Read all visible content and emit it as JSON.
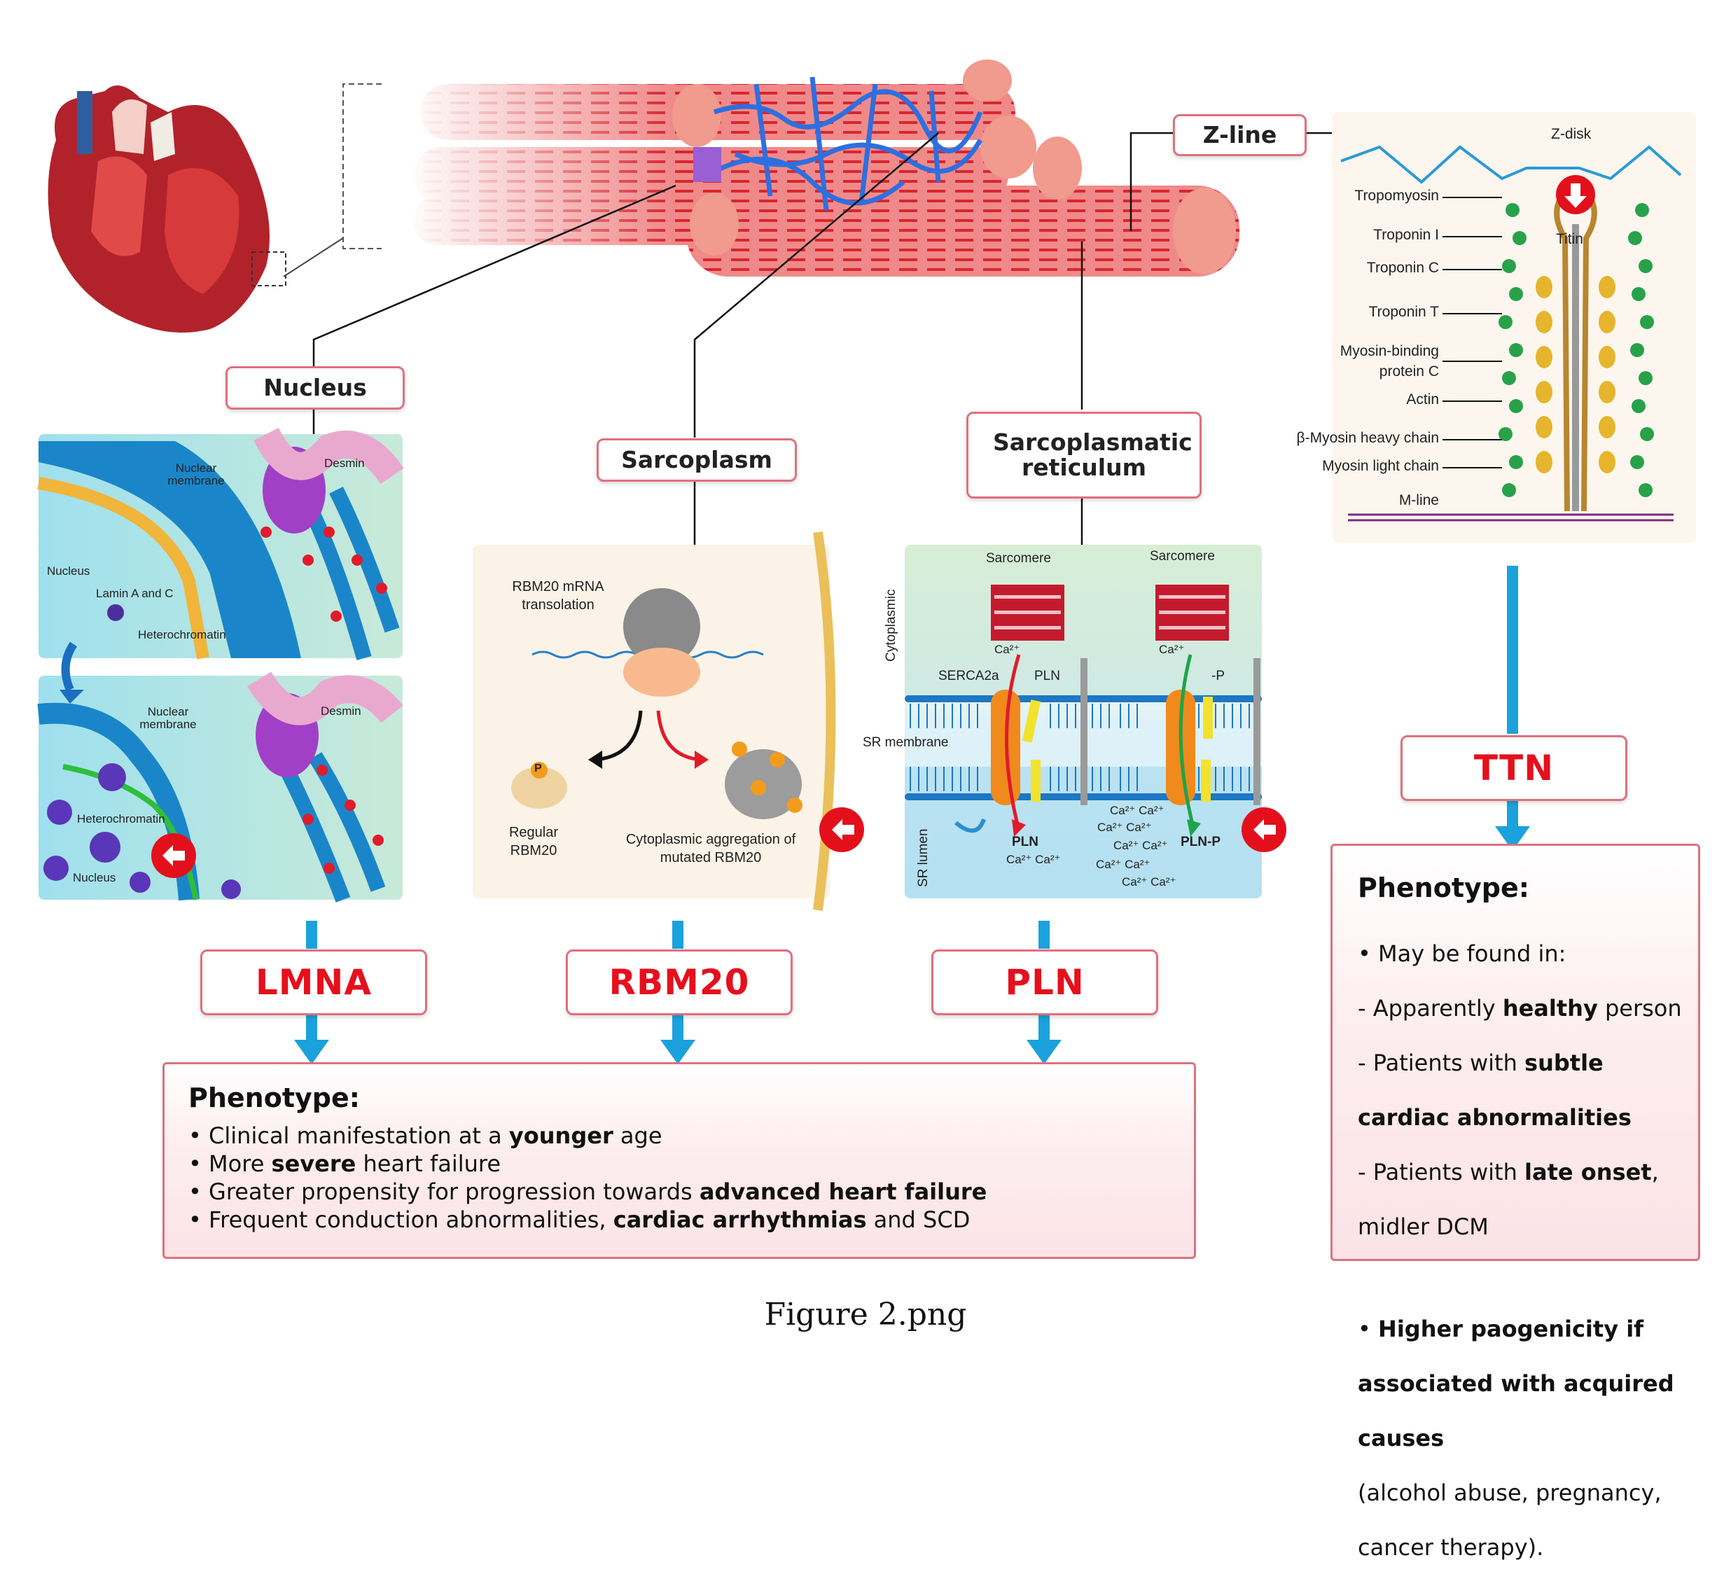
{
  "labels": {
    "zline": "Z-line",
    "nucleus": "Nucleus",
    "sarcoplasm": "Sarcoplasm",
    "sr": "Sarcoplasmatic reticulum"
  },
  "genes": {
    "lmna": "LMNA",
    "rbm20": "RBM20",
    "pln": "PLN",
    "ttn": "TTN"
  },
  "nucleus_panel": {
    "desmin": "Desmin",
    "nuclear_membrane": "Nuclear membrane",
    "nucleus": "Nucleus",
    "lamin": "Lamin A and C",
    "heterochromatin": "Heterochromatin"
  },
  "sarcoplasm_panel": {
    "translation": "RBM20 mRNA transolation",
    "regular": "Regular RBM20",
    "aggregation": "Cytoplasmic aggregation of mutated RBM20",
    "p": "P"
  },
  "sr_panel": {
    "sarcomere": "Sarcomere",
    "cytoplasmic": "Cytoplasmic",
    "sr_lumen": "SR lumen",
    "sr_membrane": "SR membrane",
    "serca": "SERCA2a",
    "pln": "PLN",
    "minus_p": "-P",
    "pln_p": "PLN-P",
    "ca": "Ca²⁺",
    "ca_pair": "Ca²⁺ Ca²⁺"
  },
  "ttn_panel": {
    "zdisk": "Z-disk",
    "titin": "Titin",
    "proteins": [
      "Tropomyosin",
      "Troponin I",
      "Troponin C",
      "Troponin T",
      "Myosin-binding protein C",
      "Actin",
      "β-Myosin heavy chain",
      "Myosin light chain",
      "M-line"
    ]
  },
  "phenotype_main": {
    "title": "Phenotype:",
    "lines": [
      [
        "• Clinical manifestation at a ",
        "younger",
        " age"
      ],
      [
        "• More ",
        "severe",
        " heart failure"
      ],
      [
        "• Greater propensity for progression towards ",
        "advanced heart failure",
        ""
      ],
      [
        "• Frequent conduction abnormalities, ",
        "cardiac arrhythmias",
        " and SCD"
      ]
    ]
  },
  "phenotype_ttn": {
    "title": "Phenotype:",
    "lines": [
      [
        "• May be found in:",
        "",
        ""
      ],
      [
        "- Apparently ",
        "healthy",
        " person"
      ],
      [
        "- Patients with ",
        "subtle",
        ""
      ],
      [
        "  ",
        "cardiac abnormalities",
        ""
      ],
      [
        "- Patients with ",
        "late onset",
        ","
      ],
      [
        "  midler DCM",
        "",
        ""
      ],
      [
        "",
        "",
        ""
      ],
      [
        "• ",
        "Higher paogenicity if",
        ""
      ],
      [
        "  ",
        "associated with acquired",
        ""
      ],
      [
        "  ",
        "causes",
        ""
      ],
      [
        "  (alcohol abuse, pregnancy,",
        "",
        ""
      ],
      [
        "  cancer therapy).",
        "",
        ""
      ]
    ]
  },
  "caption": "Figure 2.png",
  "colors": {
    "gene_red": "#e5101c",
    "arrow_blue": "#1ba1dc",
    "box_border": "#e0707e"
  }
}
